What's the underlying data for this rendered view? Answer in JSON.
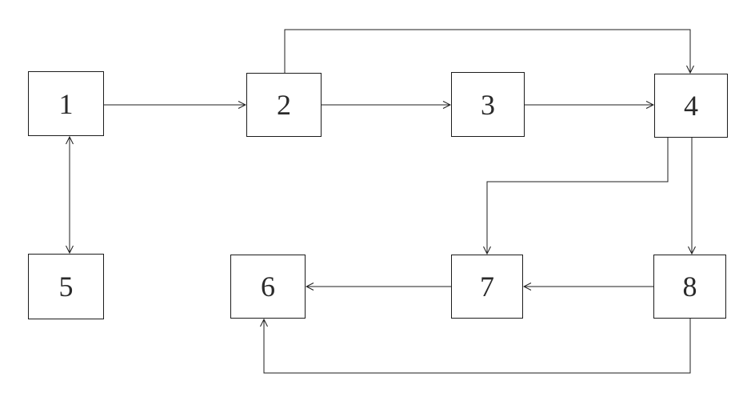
{
  "diagram": {
    "type": "flowchart",
    "background_color": "#ffffff",
    "line_color": "#1c1c1c",
    "node_border_color": "#1c1c1c",
    "node_fill_color": "#ffffff",
    "text_color": "#2a2a2a",
    "nodes": [
      {
        "id": "1",
        "label": "1"
      },
      {
        "id": "2",
        "label": "2"
      },
      {
        "id": "3",
        "label": "3"
      },
      {
        "id": "4",
        "label": "4"
      },
      {
        "id": "5",
        "label": "5"
      },
      {
        "id": "6",
        "label": "6"
      },
      {
        "id": "7",
        "label": "7"
      },
      {
        "id": "8",
        "label": "8"
      }
    ],
    "edges": [
      {
        "from": "1",
        "to": "2",
        "arrow": "single",
        "route": "direct-horizontal"
      },
      {
        "from": "2",
        "to": "3",
        "arrow": "single",
        "route": "direct-horizontal"
      },
      {
        "from": "3",
        "to": "4",
        "arrow": "single",
        "route": "direct-horizontal"
      },
      {
        "from": "2",
        "to": "4",
        "arrow": "single",
        "route": "over-top"
      },
      {
        "from": "1",
        "to": "5",
        "arrow": "double",
        "route": "direct-vertical"
      },
      {
        "from": "4",
        "to": "7",
        "arrow": "single",
        "route": "elbow-left-down"
      },
      {
        "from": "4",
        "to": "8",
        "arrow": "single",
        "route": "direct-vertical"
      },
      {
        "from": "8",
        "to": "7",
        "arrow": "single",
        "route": "direct-horizontal"
      },
      {
        "from": "7",
        "to": "6",
        "arrow": "single",
        "route": "direct-horizontal"
      },
      {
        "from": "8",
        "to": "6",
        "arrow": "single",
        "route": "under-bottom"
      }
    ]
  }
}
